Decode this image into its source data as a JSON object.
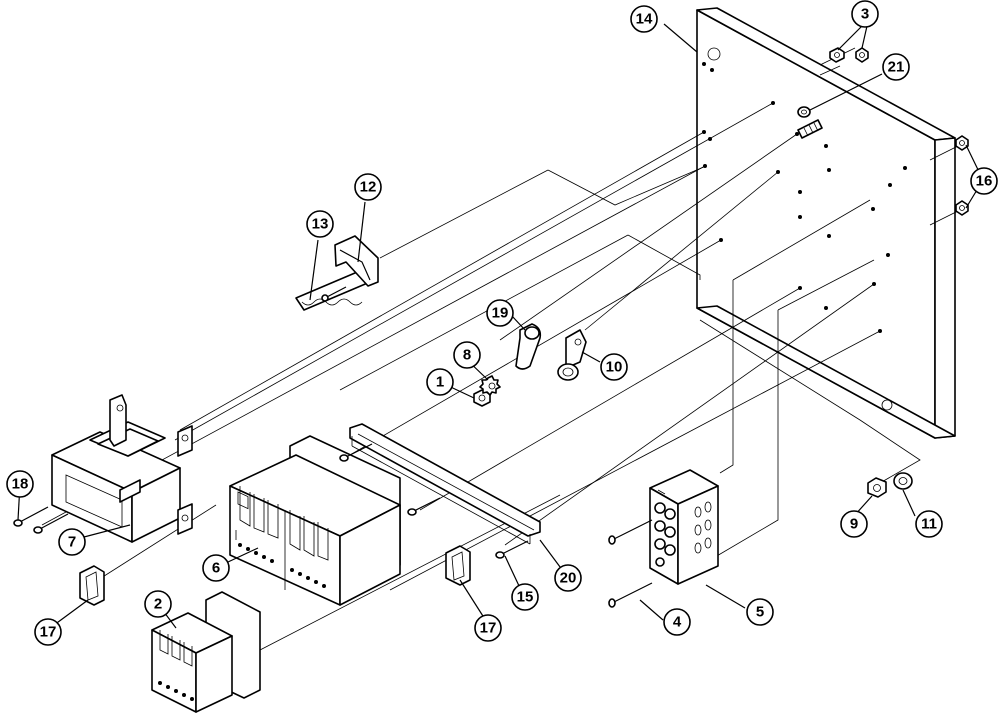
{
  "diagram": {
    "callouts": [
      {
        "id": "c1",
        "label": "1"
      },
      {
        "id": "c2",
        "label": "2"
      },
      {
        "id": "c3",
        "label": "3"
      },
      {
        "id": "c4",
        "label": "4"
      },
      {
        "id": "c5",
        "label": "5"
      },
      {
        "id": "c6",
        "label": "6"
      },
      {
        "id": "c7",
        "label": "7"
      },
      {
        "id": "c8",
        "label": "8"
      },
      {
        "id": "c9",
        "label": "9"
      },
      {
        "id": "c10",
        "label": "10"
      },
      {
        "id": "c11",
        "label": "11"
      },
      {
        "id": "c12",
        "label": "12"
      },
      {
        "id": "c13",
        "label": "13"
      },
      {
        "id": "c14",
        "label": "14"
      },
      {
        "id": "c15",
        "label": "15"
      },
      {
        "id": "c16",
        "label": "16"
      },
      {
        "id": "c17a",
        "label": "17"
      },
      {
        "id": "c17b",
        "label": "17"
      },
      {
        "id": "c18",
        "label": "18"
      },
      {
        "id": "c19",
        "label": "19"
      },
      {
        "id": "c20",
        "label": "20"
      },
      {
        "id": "c21",
        "label": "21"
      }
    ]
  }
}
